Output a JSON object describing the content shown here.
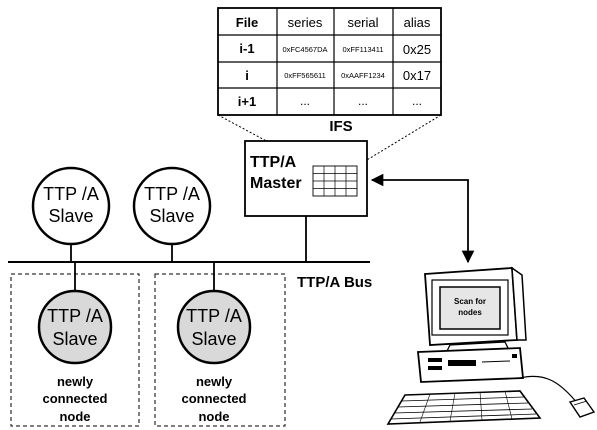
{
  "ifs_table": {
    "headers": [
      "File",
      "series",
      "serial",
      "alias"
    ],
    "rows": [
      [
        "i-1",
        "0xFC4567DA",
        "0xFF113411",
        "0x25"
      ],
      [
        "i",
        "0xFF565611",
        "0xAAFF1234",
        "0x17"
      ],
      [
        "i+1",
        "...",
        "...",
        "..."
      ]
    ],
    "caption": "IFS"
  },
  "master": {
    "line1": "TTP/A",
    "line2": "Master"
  },
  "slaves": [
    {
      "line1": "TTP /A",
      "line2": "Slave"
    },
    {
      "line1": "TTP /A",
      "line2": "Slave"
    }
  ],
  "new_slaves": [
    {
      "line1": "TTP /A",
      "line2": "Slave",
      "caption": [
        "newly",
        "connected",
        "node"
      ]
    },
    {
      "line1": "TTP /A",
      "line2": "Slave",
      "caption": [
        "newly",
        "connected",
        "node"
      ]
    }
  ],
  "bus_label": "TTP/A Bus",
  "pc_screen": {
    "line1": "Scan for",
    "line2": "nodes"
  },
  "colors": {
    "line": "#000000",
    "new_node_fill": "#d9d9d9",
    "screen_fill": "#e6e6e6",
    "background": "#ffffff"
  }
}
